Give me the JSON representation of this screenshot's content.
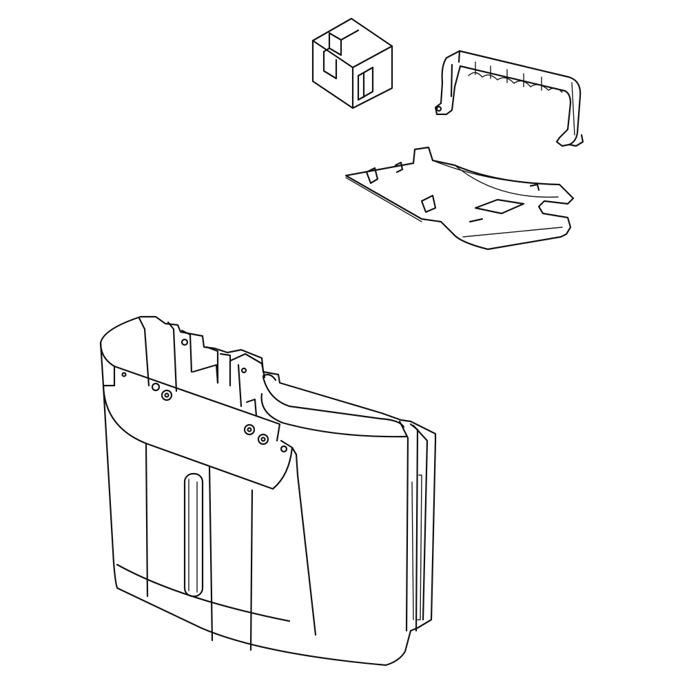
{
  "diagram": {
    "background": "#ffffff",
    "stroke_color": "#111111",
    "parts": [
      {
        "id": "block",
        "icon": "cube-bracket-part"
      },
      {
        "id": "handle",
        "icon": "bucket-handle-part"
      },
      {
        "id": "lid-plate",
        "icon": "flat-plate-part"
      },
      {
        "id": "bucket",
        "icon": "water-bucket-part"
      }
    ]
  }
}
